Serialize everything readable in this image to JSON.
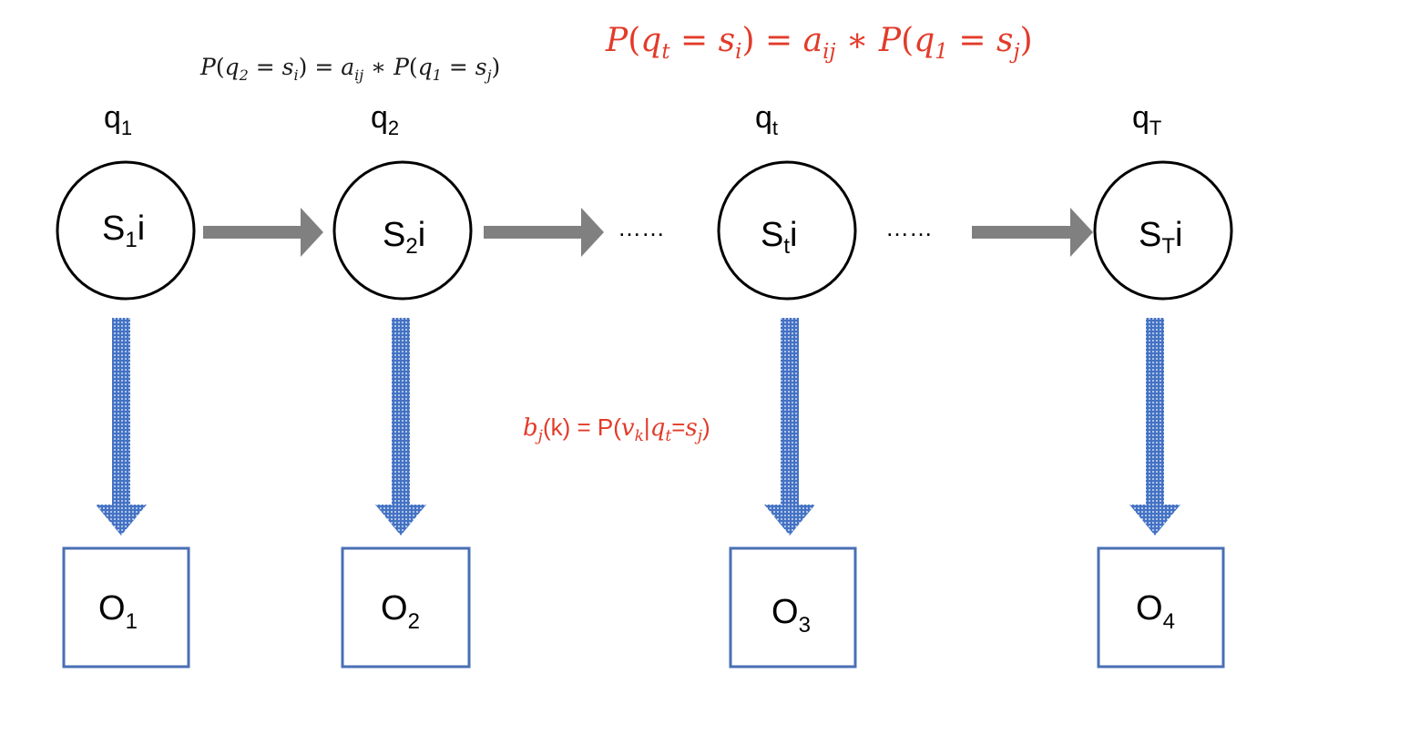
{
  "formulas": {
    "transition_small": {
      "P": "P",
      "lp1": "(",
      "q": "q",
      "q_sub": "2",
      "eq1": " = ",
      "s": "s",
      "s_sub": "i",
      "rp1": ")",
      "eq2": " = ",
      "a": "a",
      "a_sub": "ij",
      "star": " ∗ ",
      "P2": "P",
      "lp2": "(",
      "q2": "q",
      "q2_sub": "1",
      "eq3": " = ",
      "s2": "s",
      "s2_sub": "j",
      "rp2": ")"
    },
    "transition_general": {
      "P": "P",
      "lp1": "(",
      "q": "q",
      "q_sub": "t",
      "eq1": " = ",
      "s": "s",
      "s_sub": "i",
      "rp1": ")",
      "eq2": " = ",
      "a": "a",
      "a_sub": "ij",
      "star": " ∗ ",
      "P2": "P",
      "lp2": "(",
      "q2": "q",
      "q2_sub": "1",
      "eq3": " = ",
      "s2": "s",
      "s2_sub": "j",
      "rp2": ")"
    },
    "emission": {
      "b": "b",
      "b_sub": "j",
      "arg": "(k)",
      "eq": " = P(",
      "v": "v",
      "v_sub": "k",
      "bar": "|",
      "q": "q",
      "q_sub": "t",
      "eq2": "=",
      "s": "s",
      "s_sub": "j",
      "rp": ")"
    }
  },
  "time_labels": [
    {
      "base": "q",
      "sub": "1"
    },
    {
      "base": "q",
      "sub": "2"
    },
    {
      "base": "q",
      "sub": "t"
    },
    {
      "base": "q",
      "sub": "T"
    }
  ],
  "states": [
    {
      "base": "S",
      "sub": "1",
      "suffix": "i"
    },
    {
      "base": "S",
      "sub": "2",
      "suffix": "i"
    },
    {
      "base": "S",
      "sub": "t",
      "suffix": "i"
    },
    {
      "base": "S",
      "sub": "T",
      "suffix": "i"
    }
  ],
  "ellipses": [
    "……",
    "……"
  ],
  "observations": [
    {
      "base": "O",
      "sub": "1"
    },
    {
      "base": "O",
      "sub": "2"
    },
    {
      "base": "O",
      "sub": "3"
    },
    {
      "base": "O",
      "sub": "4"
    }
  ],
  "colors": {
    "highlight_red": "#e23b2a",
    "formula_black": "#1a1a1a",
    "transition_arrow_gray": "#808080",
    "emission_arrow_blue": "#4472c4",
    "observation_border_blue": "#4a6fb5"
  }
}
